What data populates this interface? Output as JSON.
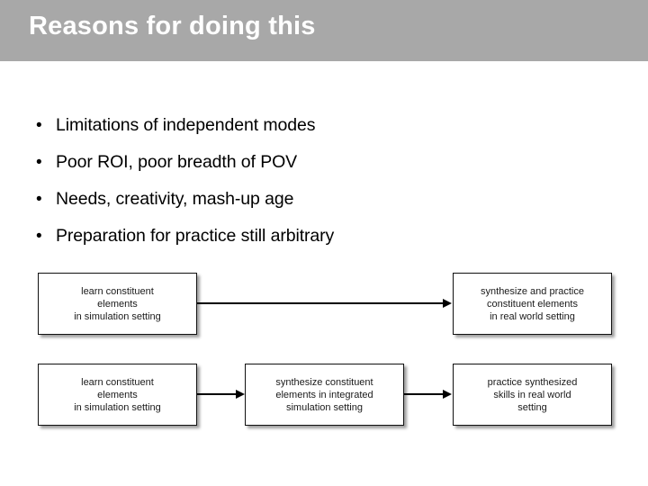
{
  "slide": {
    "title": "Reasons for doing this",
    "title_bar_color": "#a8a8a8",
    "title_text_color": "#ffffff",
    "background_color": "#ffffff"
  },
  "bullets": {
    "marker": "•",
    "items": [
      {
        "text": "Limitations of independent modes"
      },
      {
        "text": "Poor ROI, poor breadth of POV"
      },
      {
        "text": "Needs, creativity, mash-up age"
      },
      {
        "text": "Preparation for practice still arbitrary"
      }
    ]
  },
  "diagram": {
    "rows": [
      {
        "name": "independent-modes-flow",
        "boxes": [
          {
            "id": "r1-left",
            "text": "learn constituent\nelements\nin simulation setting"
          },
          {
            "id": "r1-right",
            "text": "synthesize and practice\nconstituent elements\nin real world setting"
          }
        ]
      },
      {
        "name": "integrated-flow",
        "boxes": [
          {
            "id": "r2-left",
            "text": "learn constituent\nelements\nin simulation setting"
          },
          {
            "id": "r2-mid",
            "text": "synthesize  constituent\nelements in integrated\nsimulation setting"
          },
          {
            "id": "r2-right",
            "text": "practice synthesized\nskills in real world\nsetting"
          }
        ]
      }
    ],
    "arrows": [
      {
        "id": "arrow-1",
        "from": "r1-left",
        "to": "r1-right"
      },
      {
        "id": "arrow-2",
        "from": "r2-left",
        "to": "r2-mid"
      },
      {
        "id": "arrow-3",
        "from": "r2-mid",
        "to": "r2-right"
      }
    ],
    "box_border_color": "#111111",
    "box_fill_color": "#ffffff"
  }
}
